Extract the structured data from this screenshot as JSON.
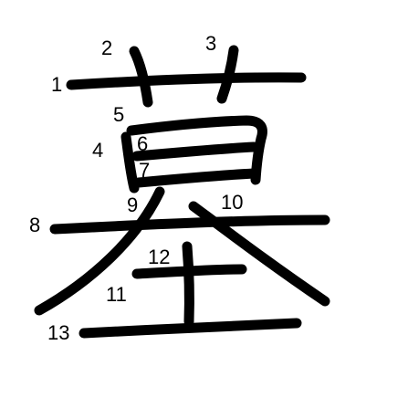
{
  "diagram": {
    "character": "墓",
    "stroke_color": "#000000",
    "background": "#ffffff",
    "stroke_order_labels": [
      "1",
      "2",
      "3",
      "4",
      "5",
      "6",
      "7",
      "8",
      "9",
      "10",
      "11",
      "12",
      "13"
    ]
  }
}
